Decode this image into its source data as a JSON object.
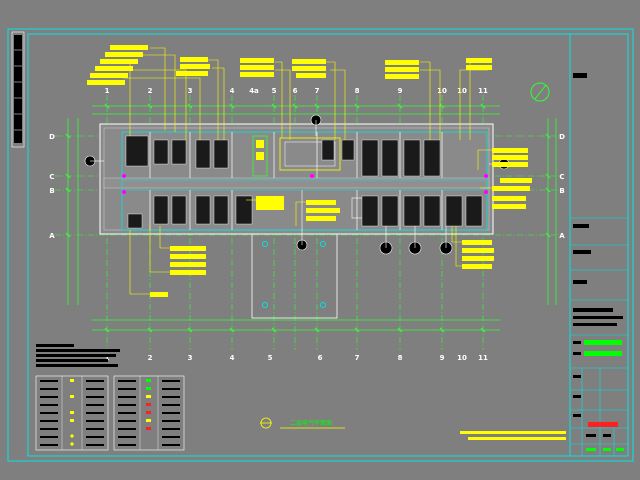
{
  "drawing": {
    "title": "二层电气平面图",
    "background": "#7f7f7f",
    "colors": {
      "frame": "#00e5e5",
      "grid_line": "#33ff33",
      "dimension": "#33ff33",
      "wall": "#ffffff",
      "callout": "#ffff00",
      "wiring": "#ffffff",
      "equipment": "#000000",
      "accent_red": "#ff2020"
    },
    "grid_columns_top": [
      "1",
      "2",
      "3",
      "4",
      "4a",
      "5",
      "6",
      "7",
      "8",
      "9",
      "10",
      "10",
      "11"
    ],
    "grid_columns_bottom": [
      "1",
      "2",
      "3",
      "4",
      "5",
      "6",
      "7",
      "8",
      "9",
      "10",
      "11"
    ],
    "grid_rows_left": [
      "D",
      "C",
      "B",
      "A"
    ],
    "grid_rows_right": [
      "D",
      "C",
      "B",
      "A"
    ],
    "north_arrow_icon": "north-arrow-icon"
  }
}
